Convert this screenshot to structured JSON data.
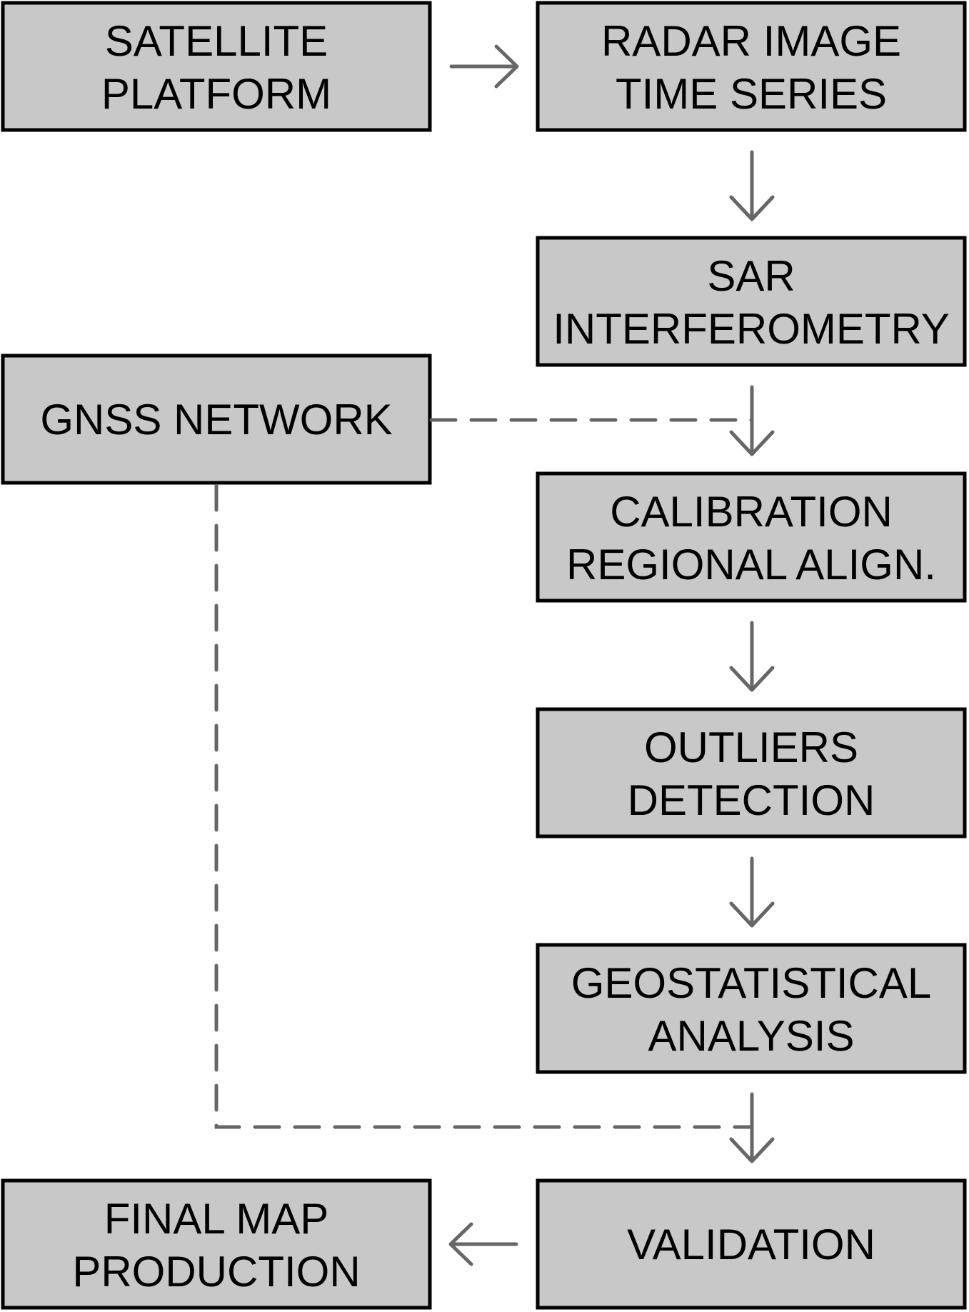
{
  "diagram": {
    "type": "flowchart",
    "nodes": [
      {
        "id": "satellite",
        "lines": [
          "SATELLITE",
          "PLATFORM"
        ]
      },
      {
        "id": "radar",
        "lines": [
          "RADAR IMAGE",
          "TIME SERIES"
        ]
      },
      {
        "id": "sar",
        "lines": [
          "SAR",
          "INTERFEROMETRY"
        ]
      },
      {
        "id": "gnss",
        "lines": [
          "GNSS NETWORK"
        ]
      },
      {
        "id": "calibration",
        "lines": [
          "CALIBRATION",
          "REGIONAL ALIGN."
        ]
      },
      {
        "id": "outliers",
        "lines": [
          "OUTLIERS",
          "DETECTION"
        ]
      },
      {
        "id": "geostat",
        "lines": [
          "GEOSTATISTICAL",
          "ANALYSIS"
        ]
      },
      {
        "id": "validation",
        "lines": [
          "VALIDATION"
        ]
      },
      {
        "id": "finalmap",
        "lines": [
          "FINAL MAP",
          "PRODUCTION"
        ]
      }
    ],
    "edges": [
      {
        "from": "satellite",
        "to": "radar",
        "style": "solid"
      },
      {
        "from": "radar",
        "to": "sar",
        "style": "solid"
      },
      {
        "from": "sar",
        "to": "calibration",
        "style": "solid"
      },
      {
        "from": "gnss",
        "to": "calibration",
        "style": "dashed"
      },
      {
        "from": "calibration",
        "to": "outliers",
        "style": "solid"
      },
      {
        "from": "outliers",
        "to": "geostat",
        "style": "solid"
      },
      {
        "from": "geostat",
        "to": "validation",
        "style": "solid"
      },
      {
        "from": "gnss",
        "to": "validation",
        "style": "dashed"
      },
      {
        "from": "validation",
        "to": "finalmap",
        "style": "solid"
      }
    ],
    "colors": {
      "box_fill": "#c8c8c8",
      "box_stroke": "#000000",
      "connector": "#666666"
    }
  }
}
